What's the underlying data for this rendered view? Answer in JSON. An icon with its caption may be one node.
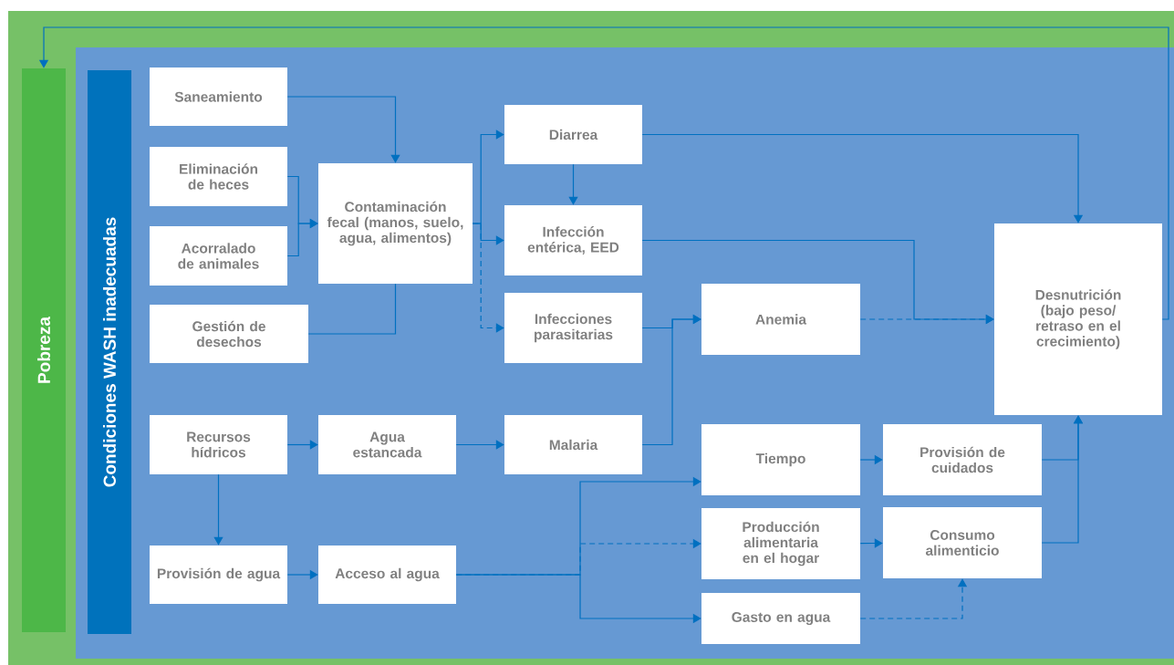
{
  "diagram": {
    "nodes": [
      {
        "text": [
          "Pobreza"
        ]
      },
      {
        "text": [
          "Condiciones WASH inadecuadas"
        ]
      },
      {
        "text": [
          "Saneamiento"
        ]
      },
      {
        "text": [
          "Eliminación de heces"
        ]
      },
      {
        "text": [
          "Acorralado de animales"
        ]
      },
      {
        "text": [
          "Gestión de desechos"
        ]
      },
      {
        "text": [
          "Contaminación fecal (manos, suelo, agua, alimentos)"
        ]
      },
      {
        "text": [
          "Diarrea"
        ]
      },
      {
        "text": [
          "Infección entérica, EED"
        ]
      },
      {
        "text": [
          "Infecciones parasitarias"
        ]
      },
      {
        "text": [
          "Anemia"
        ]
      },
      {
        "text": [
          "Desnutrición (bajo peso/ retraso en el crecimiento)"
        ]
      },
      {
        "text": [
          "Recursos hídricos"
        ]
      },
      {
        "text": [
          "Agua estancada"
        ]
      },
      {
        "text": [
          "Malaria"
        ]
      },
      {
        "text": [
          "Tiempo"
        ]
      },
      {
        "text": [
          "Provisión de cuidados"
        ]
      },
      {
        "text": [
          "Producción alimentaria en el hogar"
        ]
      },
      {
        "text": [
          "Consumo alimenticio"
        ]
      },
      {
        "text": [
          "Provisión de agua"
        ]
      },
      {
        "text": [
          "Acceso al agua"
        ]
      },
      {
        "text": [
          "Gasto en agua"
        ]
      }
    ],
    "edges": [
      {
        "from": 11,
        "to": 0,
        "arrow": "to"
      },
      {
        "from": 2,
        "to": 6,
        "arrow": "to"
      },
      {
        "from": 3,
        "to": 6,
        "arrow": "to"
      },
      {
        "from": 4,
        "to": 6,
        "arrow": "to"
      },
      {
        "from": 5,
        "to": 6,
        "arrow": "none"
      },
      {
        "from": 6,
        "to": 7,
        "arrow": "to"
      },
      {
        "from": 6,
        "to": 8,
        "arrow": "to"
      },
      {
        "from": 6,
        "to": 9,
        "arrow": "to",
        "style": "dashed"
      },
      {
        "from": 7,
        "to": 8,
        "arrow": "to"
      },
      {
        "from": 7,
        "to": 11,
        "arrow": "to"
      },
      {
        "from": 8,
        "to": 11,
        "arrow": "to"
      },
      {
        "from": 9,
        "to": 10,
        "arrow": "to"
      },
      {
        "from": 14,
        "to": 10,
        "arrow": "to"
      },
      {
        "from": 10,
        "to": 11,
        "arrow": "to",
        "style": "dashed"
      },
      {
        "from": 12,
        "to": 13,
        "arrow": "to"
      },
      {
        "from": 13,
        "to": 14,
        "arrow": "to"
      },
      {
        "from": 12,
        "to": 19,
        "arrow": "to"
      },
      {
        "from": 19,
        "to": 20,
        "arrow": "to"
      },
      {
        "from": 20,
        "to": 15,
        "arrow": "to"
      },
      {
        "from": 20,
        "to": 17,
        "arrow": "to",
        "style": "dashed"
      },
      {
        "from": 20,
        "to": 21,
        "arrow": "to"
      },
      {
        "from": 15,
        "to": 16,
        "arrow": "to"
      },
      {
        "from": 17,
        "to": 18,
        "arrow": "to"
      },
      {
        "from": 21,
        "to": 18,
        "arrow": "to",
        "style": "dashed"
      },
      {
        "from": 16,
        "to": 11,
        "arrow": "to"
      },
      {
        "from": 18,
        "to": 11,
        "arrow": "to"
      }
    ]
  }
}
